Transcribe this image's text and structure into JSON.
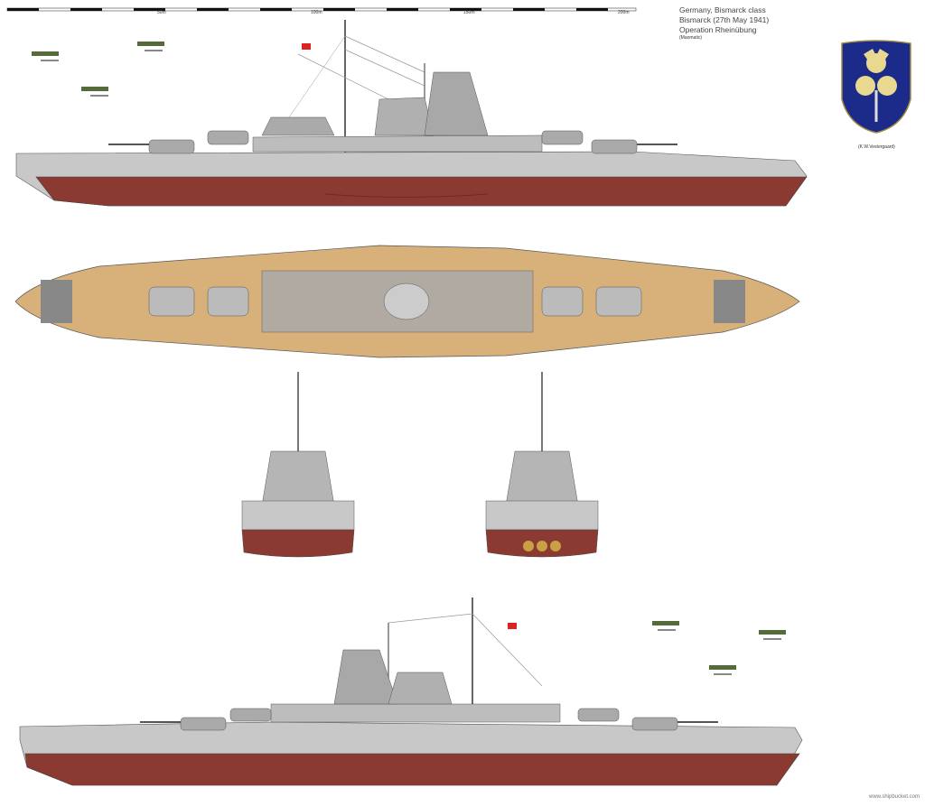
{
  "scale_bar": {
    "labels": [
      "50m",
      "100m",
      "150m",
      "200m"
    ]
  },
  "title_block": {
    "line1": "Germany, Bismarck class",
    "line2": "Bismarck  (27th May 1941)",
    "line3": "Operation Rheinübung",
    "author": "(Maomatic)"
  },
  "crest": {
    "credit": "(K.W.Vestergaard)"
  },
  "watermark": "www.shipbucket.com",
  "colors": {
    "hull_grey": "#c8c8c8",
    "boot_red": "#8b3a32",
    "deck_tan": "#d7b07a",
    "crest_blue": "#1c2b8a",
    "crest_gold": "#e8d890"
  }
}
